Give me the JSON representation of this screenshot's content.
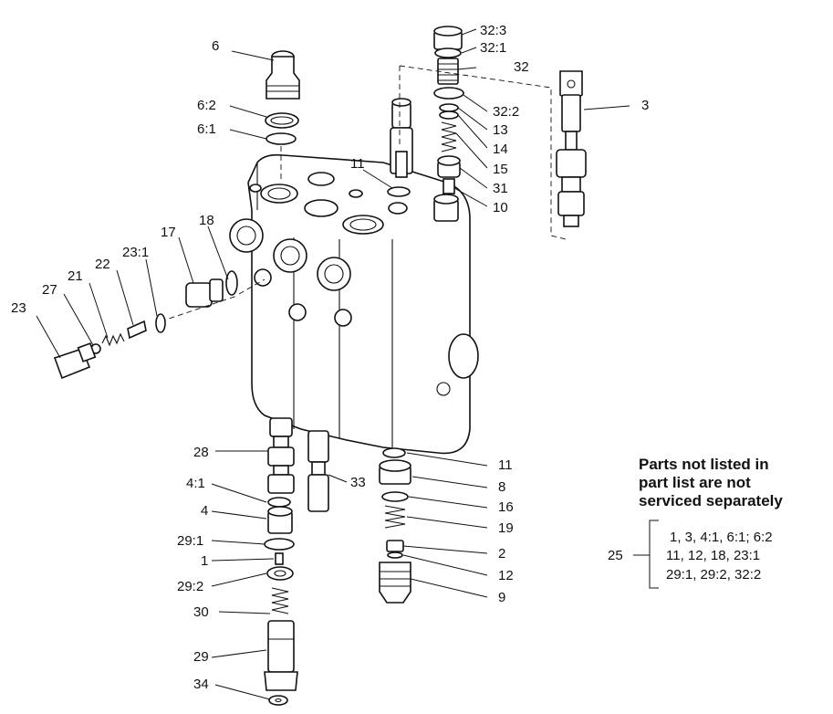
{
  "callouts": [
    {
      "id": "6",
      "text": "6"
    },
    {
      "id": "6-2",
      "text": "6:2"
    },
    {
      "id": "6-1",
      "text": "6:1"
    },
    {
      "id": "32-3",
      "text": "32:3"
    },
    {
      "id": "32-1",
      "text": "32:1"
    },
    {
      "id": "32",
      "text": "32"
    },
    {
      "id": "3",
      "text": "3"
    },
    {
      "id": "32-2",
      "text": "32:2"
    },
    {
      "id": "13",
      "text": "13"
    },
    {
      "id": "14",
      "text": "14"
    },
    {
      "id": "15",
      "text": "15"
    },
    {
      "id": "31",
      "text": "31"
    },
    {
      "id": "10",
      "text": "10"
    },
    {
      "id": "11-top",
      "text": "11"
    },
    {
      "id": "18",
      "text": "18"
    },
    {
      "id": "17",
      "text": "17"
    },
    {
      "id": "23-1",
      "text": "23:1"
    },
    {
      "id": "22",
      "text": "22"
    },
    {
      "id": "21",
      "text": "21"
    },
    {
      "id": "27",
      "text": "27"
    },
    {
      "id": "23",
      "text": "23"
    },
    {
      "id": "28",
      "text": "28"
    },
    {
      "id": "33",
      "text": "33"
    },
    {
      "id": "11-bottom",
      "text": "11"
    },
    {
      "id": "8",
      "text": "8"
    },
    {
      "id": "16",
      "text": "16"
    },
    {
      "id": "19",
      "text": "19"
    },
    {
      "id": "2",
      "text": "2"
    },
    {
      "id": "12",
      "text": "12"
    },
    {
      "id": "9",
      "text": "9"
    },
    {
      "id": "4-1",
      "text": "4:1"
    },
    {
      "id": "4",
      "text": "4"
    },
    {
      "id": "29-1",
      "text": "29:1"
    },
    {
      "id": "1",
      "text": "1"
    },
    {
      "id": "29-2",
      "text": "29:2"
    },
    {
      "id": "30",
      "text": "30"
    },
    {
      "id": "29",
      "text": "29"
    },
    {
      "id": "34",
      "text": "34"
    }
  ],
  "note": {
    "line1": "Parts not listed in",
    "line2": "part list are not",
    "line3": "serviced separately"
  },
  "kit": {
    "number": "25",
    "line1": "1, 3, 4:1, 6:1; 6:2",
    "line2": "11, 12, 18, 23:1",
    "line3": "29:1, 29:2, 32:2"
  }
}
